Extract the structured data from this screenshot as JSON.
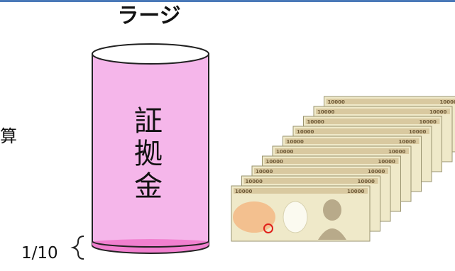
{
  "title": "ラージ",
  "edge_char": "算",
  "cylinder": {
    "label_chars": [
      "証",
      "拠",
      "金"
    ],
    "body_color": "#f5b6ea",
    "base_color": "#f180cf"
  },
  "scale_label": "1/10",
  "banknotes": {
    "denomination": "10000",
    "count": 10,
    "icon": "yen-banknote-stack-icon"
  }
}
